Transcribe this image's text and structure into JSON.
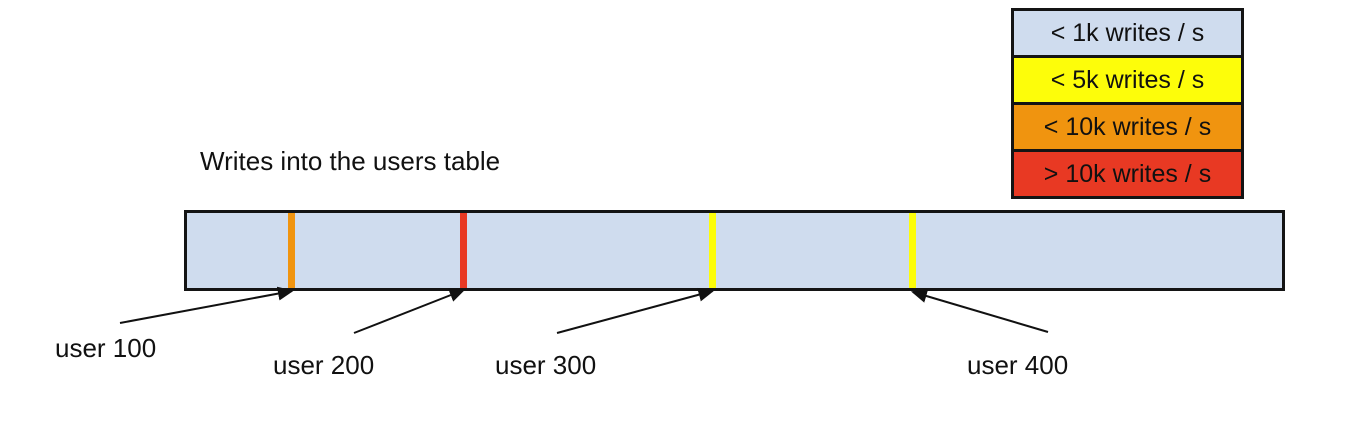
{
  "title": "Writes into the users table",
  "legend": {
    "items": [
      {
        "label": "< 1k writes / s",
        "color": "#cfdcee"
      },
      {
        "label": "< 5k writes / s",
        "color": "#fdfd0a"
      },
      {
        "label": "< 10k writes / s",
        "color": "#f0940f"
      },
      {
        "label": "> 10k writes / s",
        "color": "#e83923"
      }
    ]
  },
  "bar": {
    "fill": "#cfdcee",
    "border_color": "#141414"
  },
  "markers": [
    {
      "label": "user 100",
      "color": "#f0940f",
      "position": 0.098
    },
    {
      "label": "user 200",
      "color": "#e83923",
      "position": 0.254
    },
    {
      "label": "user 300",
      "color": "#fdfd0a",
      "position": 0.48
    },
    {
      "label": "user 400",
      "color": "#fdfd0a",
      "position": 0.662
    }
  ]
}
